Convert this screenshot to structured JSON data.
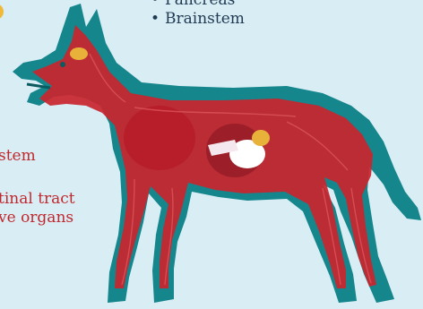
{
  "top_list": {
    "items": [
      "Pancreas",
      "Brainstem"
    ]
  },
  "left_labels": {
    "line_a": "stem",
    "line_b": "tinal tract",
    "line_c": "ve organs"
  },
  "colors": {
    "background": "#d9edf4",
    "dog_body": "#14868c",
    "circulation": "#c8262e",
    "organ_dark": "#9b1e28",
    "highlight_organ": "#ffffff",
    "gland": "#e8b23a",
    "label_red": "#c0282e",
    "label_navy": "#1f3a52"
  }
}
